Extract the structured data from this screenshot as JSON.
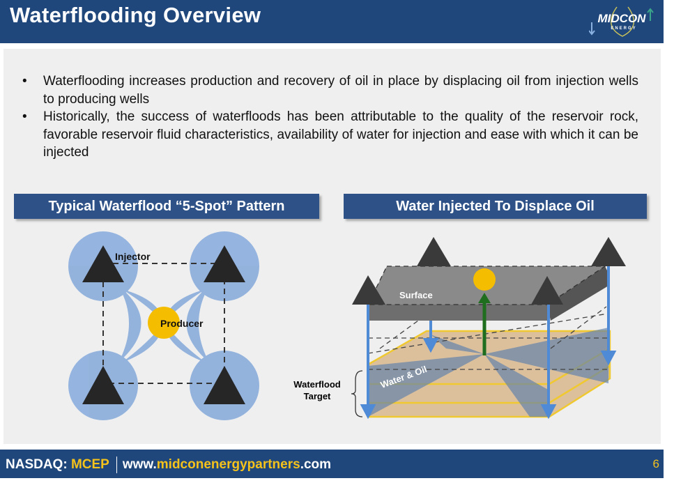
{
  "header": {
    "title": "Waterflooding Overview",
    "logo_text": "MIDCON",
    "logo_sub": "ENERGY"
  },
  "bullets": [
    "Waterflooding increases production and recovery of oil in place by displacing oil from injection wells to producing wells",
    "Historically, the success of waterfloods has been attributable to the quality of the reservoir rock, favorable reservoir fluid characteristics, availability of water for injection and ease with which it can be injected"
  ],
  "sections": {
    "left": "Typical Waterflood “5-Spot” Pattern",
    "right": "Water Injected To Displace Oil"
  },
  "left_diagram": {
    "injector": "Injector",
    "producer": "Producer"
  },
  "right_diagram": {
    "surface": "Surface",
    "water_oil": "Water & Oil",
    "target_line1": "Waterflood",
    "target_line2": "Target"
  },
  "footer": {
    "exchange": "NASDAQ:",
    "ticker": "MCEP",
    "url_prefix": "www.",
    "url_domain": "midconenergypartners",
    "url_suffix": ".com",
    "page": "6"
  },
  "colors": {
    "brand": "#1f477b",
    "accent": "#f5c21b"
  }
}
